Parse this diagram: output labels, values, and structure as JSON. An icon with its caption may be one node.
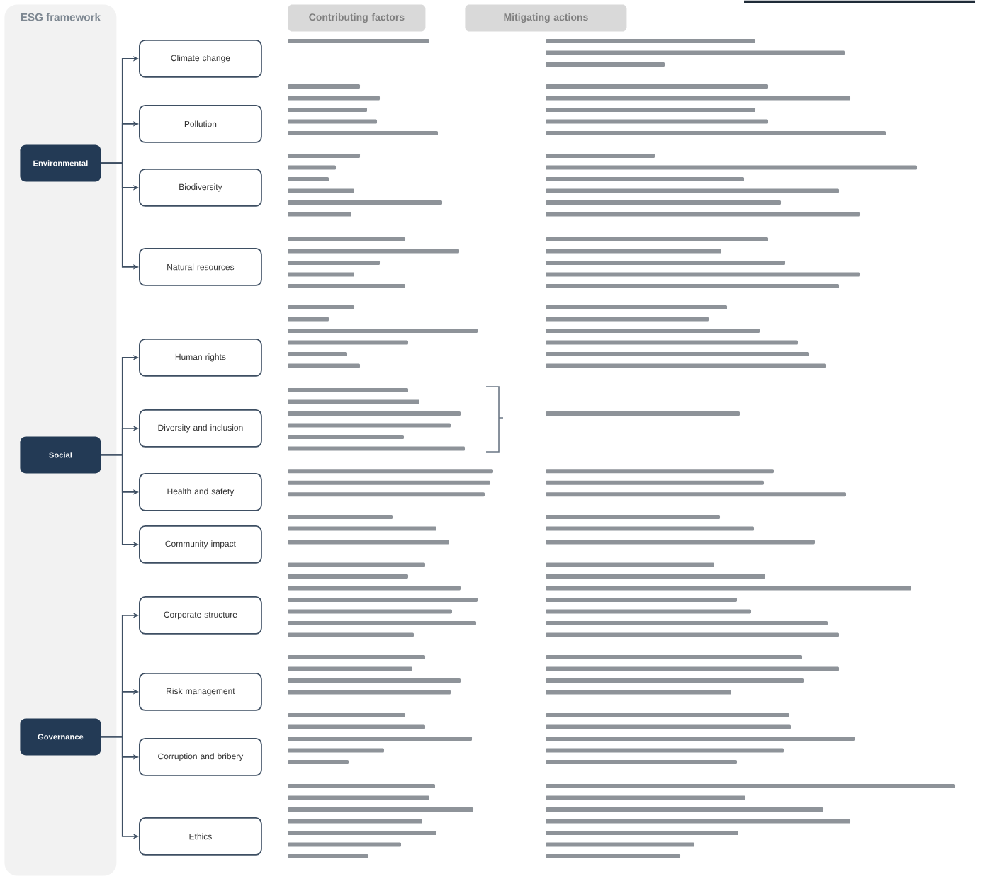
{
  "diagram": {
    "nodes": [
      {
        "text": [
          "ESG framework"
        ]
      },
      {
        "text": [
          "Contributing factors"
        ]
      },
      {
        "text": [
          "Mitigating actions"
        ]
      },
      {
        "text": [
          "Environmental"
        ],
        "in": 0
      },
      {
        "text": [
          "Climate change"
        ]
      },
      {
        "text": [
          "Pollution"
        ]
      },
      {
        "text": [
          "Biodiversity"
        ]
      },
      {
        "text": [
          "Natural resources"
        ]
      },
      {
        "text": [
          "Social"
        ],
        "in": 0
      },
      {
        "text": [
          "Human rights"
        ]
      },
      {
        "text": [
          "Diversity and inclusion"
        ]
      },
      {
        "text": [
          "Health and safety"
        ]
      },
      {
        "text": [
          "Community impact"
        ]
      },
      {
        "text": [
          "Governance"
        ],
        "in": 0
      },
      {
        "text": [
          "Corporate structure"
        ]
      },
      {
        "text": [
          "Risk management"
        ]
      },
      {
        "text": [
          "Corruption and bribery"
        ]
      },
      {
        "text": [
          "Ethics"
        ]
      }
    ],
    "edges": [
      {
        "from": 3,
        "to": 4,
        "arrow": "to"
      },
      {
        "from": 3,
        "to": 5,
        "arrow": "to"
      },
      {
        "from": 3,
        "to": 6,
        "arrow": "to"
      },
      {
        "from": 3,
        "to": 7,
        "arrow": "to"
      },
      {
        "from": 8,
        "to": 9,
        "arrow": "to"
      },
      {
        "from": 8,
        "to": 10,
        "arrow": "to"
      },
      {
        "from": 8,
        "to": 11,
        "arrow": "to"
      },
      {
        "from": 8,
        "to": 12,
        "arrow": "to"
      },
      {
        "from": 13,
        "to": 14,
        "arrow": "to"
      },
      {
        "from": 13,
        "to": 15,
        "arrow": "to"
      },
      {
        "from": 13,
        "to": 16,
        "arrow": "to"
      },
      {
        "from": 13,
        "to": 17,
        "arrow": "to"
      }
    ]
  }
}
